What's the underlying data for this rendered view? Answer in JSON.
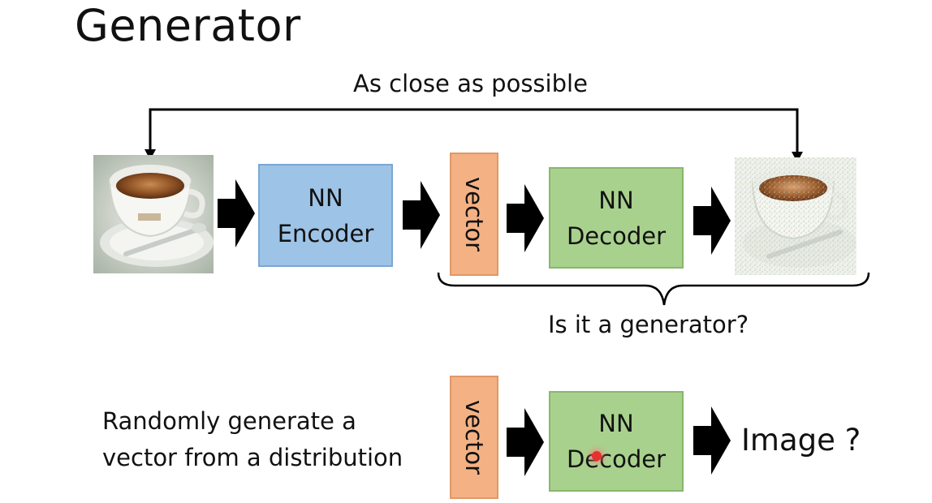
{
  "slide": {
    "title": "Generator",
    "top_caption": "As close as possible",
    "encoder": {
      "line1": "NN",
      "line2": "Encoder"
    },
    "vector_label": "vector",
    "decoder": {
      "line1": "NN",
      "line2": "Decoder"
    },
    "brace_caption": "Is it a generator?",
    "bottom_text": {
      "line1": "Randomly generate a",
      "line2": "vector from a distribution"
    },
    "bottom_vector_label": "vector",
    "bottom_decoder": {
      "line1": "NN",
      "line2": "Decoder"
    },
    "output_label": "Image ?"
  },
  "colors": {
    "encoder": "#9dc3e6",
    "decoder": "#a9d18e",
    "vector": "#f4b183",
    "arrow": "#000000"
  },
  "icons": {
    "input_image": "coffee-cup-photo",
    "output_image": "noisy-coffee-cup-photo",
    "arrows": "block-arrow-right",
    "cursor": "pointer-dot"
  }
}
